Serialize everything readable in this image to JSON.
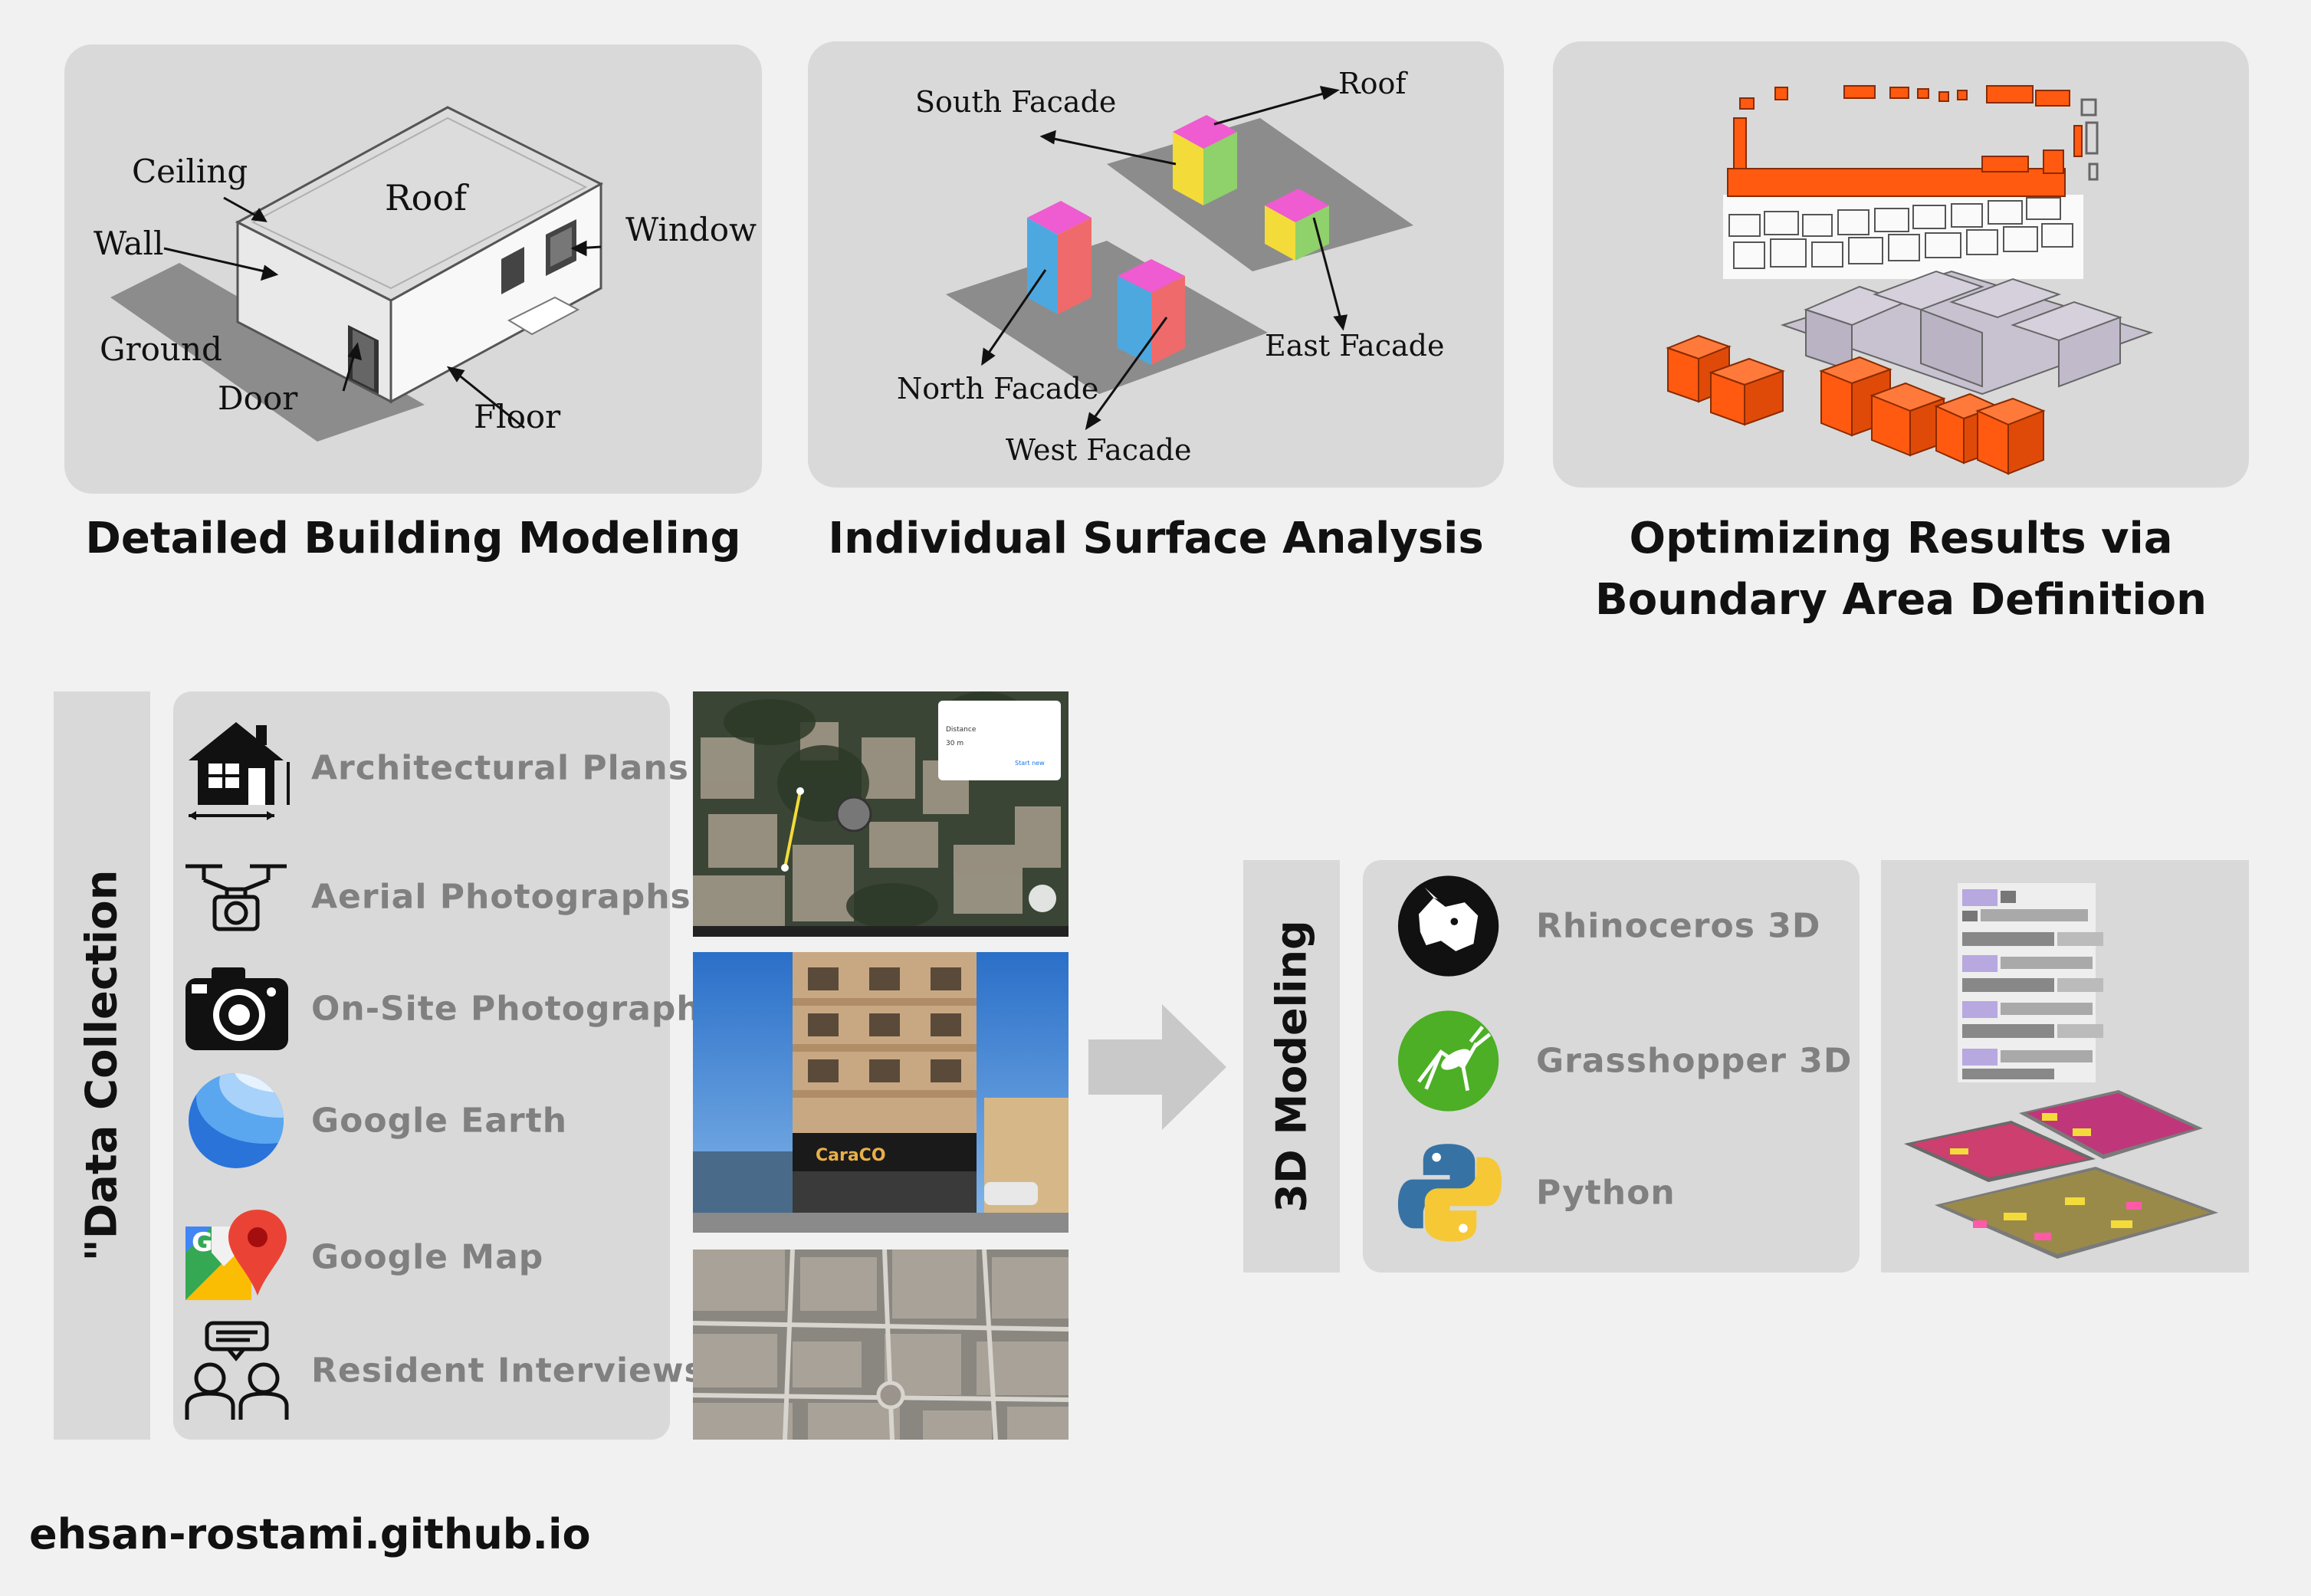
{
  "panels": {
    "building": {
      "title": "Detailed Building Modeling",
      "labels": {
        "ceiling": "Ceiling",
        "roof": "Roof",
        "wall": "Wall",
        "window": "Window",
        "ground": "Ground",
        "door": "Door",
        "floor": "Floor"
      }
    },
    "surface": {
      "title": "Individual Surface Analysis",
      "labels": {
        "south": "South Facade",
        "roof": "Roof",
        "north": "North Facade",
        "east": "East Facade",
        "west": "West Facade"
      }
    },
    "boundary": {
      "title_line1": "Optimizing Results via",
      "title_line2": "Boundary Area Definition"
    }
  },
  "data_collection": {
    "title": "\"Data Collection",
    "items": [
      {
        "label": "Architectural Plans",
        "icon": "house-plan-icon"
      },
      {
        "label": "Aerial Photographs",
        "icon": "drone-icon"
      },
      {
        "label": "On-Site Photography",
        "icon": "camera-icon"
      },
      {
        "label": "Google Earth",
        "icon": "google-earth-icon"
      },
      {
        "label": "Google Map",
        "icon": "google-maps-icon"
      },
      {
        "label": "Resident Interviews",
        "icon": "interview-icon"
      }
    ],
    "photos": {
      "map_popup_title": "Distance",
      "map_popup_value": "30 m",
      "map_popup_link": "Start new",
      "storefront_sign": "CaraCO"
    }
  },
  "modeling": {
    "title": "3D Modeling",
    "tools": [
      {
        "label": "Rhinoceros 3D",
        "icon": "rhino-icon"
      },
      {
        "label": "Grasshopper 3D",
        "icon": "grasshopper-icon"
      },
      {
        "label": "Python",
        "icon": "python-icon"
      }
    ]
  },
  "footer": {
    "url": "ehsan-rostami.github.io"
  },
  "colors": {
    "panel": "#d9d9d9",
    "background": "#f1f1f1",
    "orange": "#ff5a10",
    "magenta": "#ef5bd0",
    "yellow": "#f3dc3a",
    "green": "#8fd16a",
    "blue": "#4ea8e0",
    "red": "#ef6a6a"
  }
}
